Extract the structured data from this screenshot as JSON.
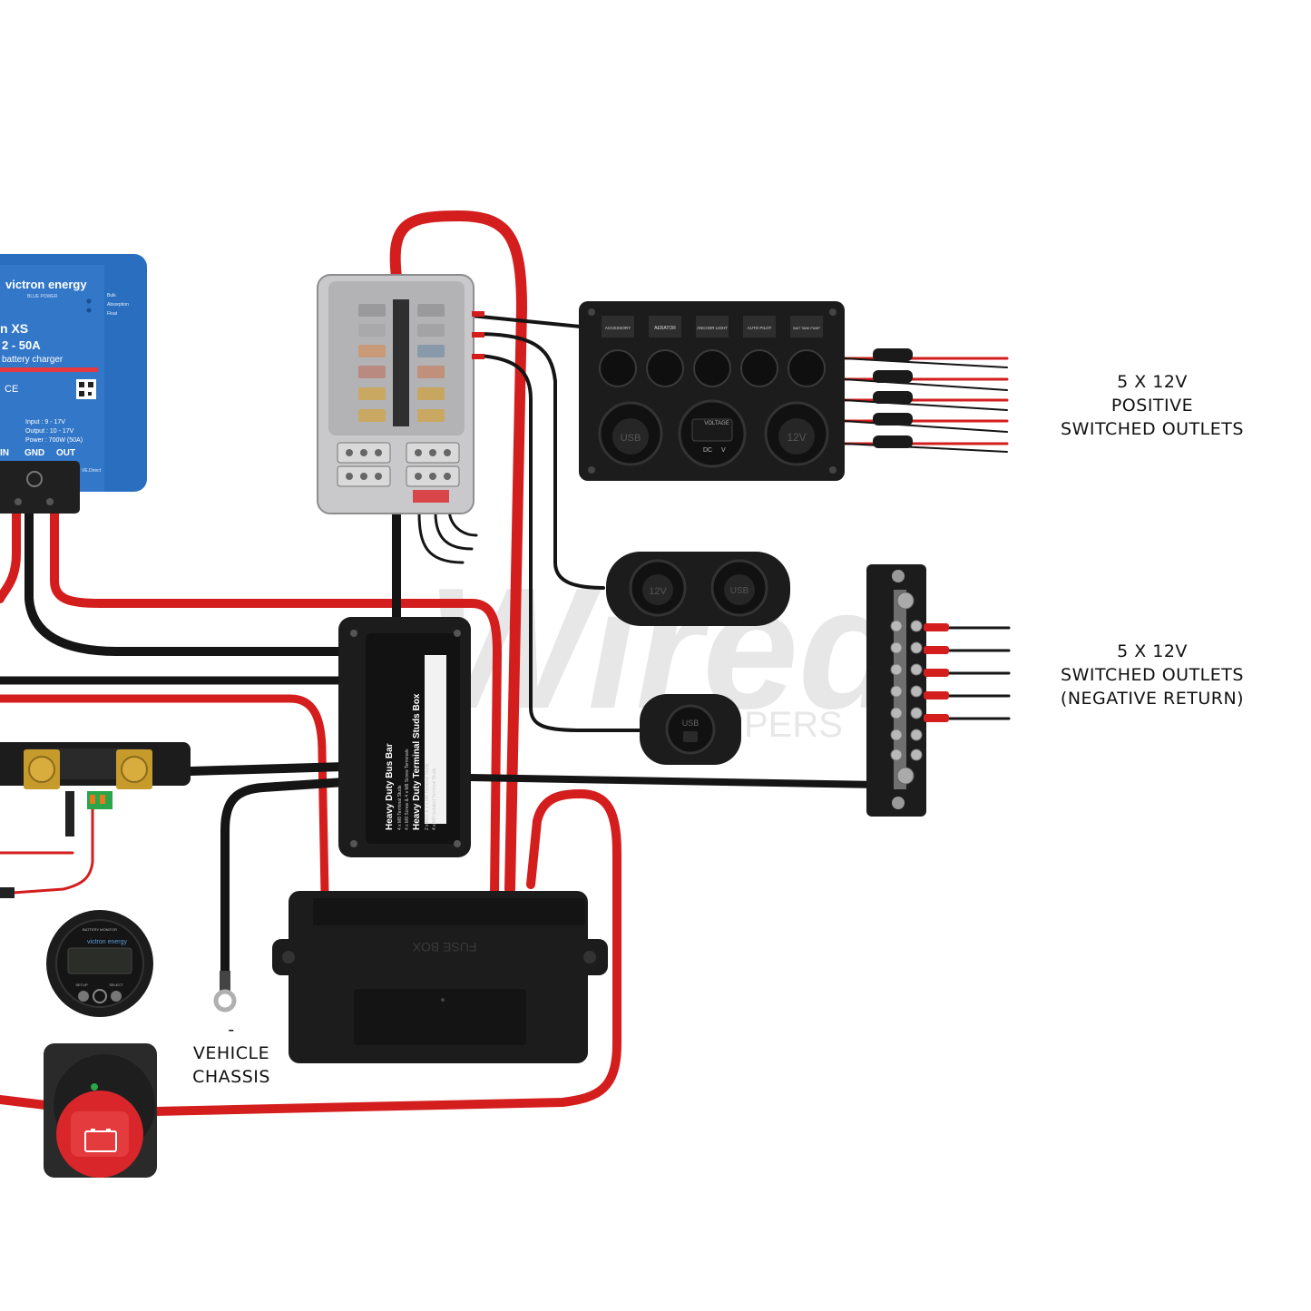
{
  "colors": {
    "wire_red": "#d41e1e",
    "wire_black": "#151515",
    "victron_blue": "#2a6ebf",
    "component_black": "#1c1c1c",
    "switch_red": "#d8262a",
    "background": "#ffffff"
  },
  "charger": {
    "brand": "victron energy",
    "brand_sub": "BLUE POWER",
    "model": "n XS",
    "rating": "2 - 50A",
    "subtitle": "battery charger",
    "leds": [
      "Bulk",
      "Absorption",
      "Float"
    ],
    "spec_input": "Input : 9 - 17V",
    "spec_output": "Output : 10 - 17V",
    "spec_power": "Power : 700W (50A)",
    "term_in": "IN",
    "term_gnd": "GND",
    "term_out": "OUT",
    "port": "VE.Direct"
  },
  "switch_panel": {
    "switches": [
      "ACCESSORY",
      "AERATOR",
      "ANCHOR LIGHT",
      "AUTO PILOT",
      "BAIT TANK PUMP"
    ],
    "socket_left": "USB",
    "voltmeter_top": "VOLTAGE",
    "voltmeter_left": "DC",
    "voltmeter_right": "V",
    "socket_right": "12V"
  },
  "socket_pair": {
    "left": "12V",
    "right": "USB"
  },
  "usb_socket": {
    "label": "USB"
  },
  "bus_bar_box": {
    "title_1": "Heavy Duty Bus Bar",
    "title_2": "Heavy Duty Terminal Studs Box",
    "spec_1": "4 x M8 Terminal Studs",
    "spec_2": "4 x M8 Screw & 4 x M8 Screw Terminals",
    "spec_3": "2 x M10 & 2 x M8 Terminal Studs",
    "spec_4": "4 x M8 Isolated Terminal Studs"
  },
  "fuse_box": {
    "label": "FUSE BOX"
  },
  "battery_monitor": {
    "brand": "victron energy",
    "title": "BATTERY MONITOR",
    "btn_left": "SETUP",
    "btn_right": "SELECT"
  },
  "watermark": {
    "text": "Wired",
    "sub": "PERS"
  },
  "labels": {
    "positive": [
      "5 X 12V",
      "POSITIVE",
      "SWITCHED OUTLETS"
    ],
    "negative": [
      "5 X 12V",
      "SWITCHED OUTLETS",
      "(NEGATIVE RETURN)"
    ],
    "chassis": [
      "-",
      "VEHICLE",
      "CHASSIS"
    ]
  }
}
